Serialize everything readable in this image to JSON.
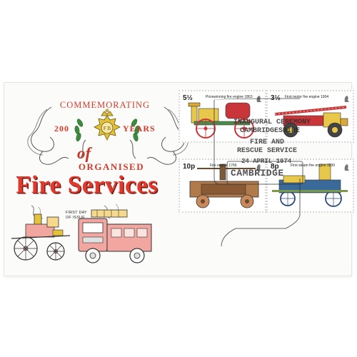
{
  "cover": {
    "commemorating": "COMMEMORATING",
    "years_num": "200",
    "years_word": "YEARS",
    "of": "of",
    "organised": "ORGANISED",
    "title": "Fire Services",
    "first_day_line1": "FIRST DAY",
    "first_day_line2": "OF ISSUE",
    "badge_monogram": "F B"
  },
  "stamps": [
    {
      "value": "5½",
      "caption": "Prizewinning fire engine 1863"
    },
    {
      "value": "3½",
      "caption": "First motor fire engine 1904"
    },
    {
      "value": "10p",
      "caption": "Fire engine 1766"
    },
    {
      "value": "8p",
      "caption": "First steam fire engine 1830"
    }
  ],
  "postmark": {
    "line1": "INAUGURAL CEREMONY",
    "line2": "CAMBRIDGESHIRE",
    "line3": "FIRE AND",
    "line4": "RESCUE SERVICE",
    "date": "24 APRIL 1974",
    "city": "CAMBRIDGE"
  },
  "colors": {
    "title_red": "#e03a2f",
    "accent_red": "#d33a2c",
    "engine_pink": "#f2a6a0",
    "badge_gold": "#e3c23a"
  }
}
